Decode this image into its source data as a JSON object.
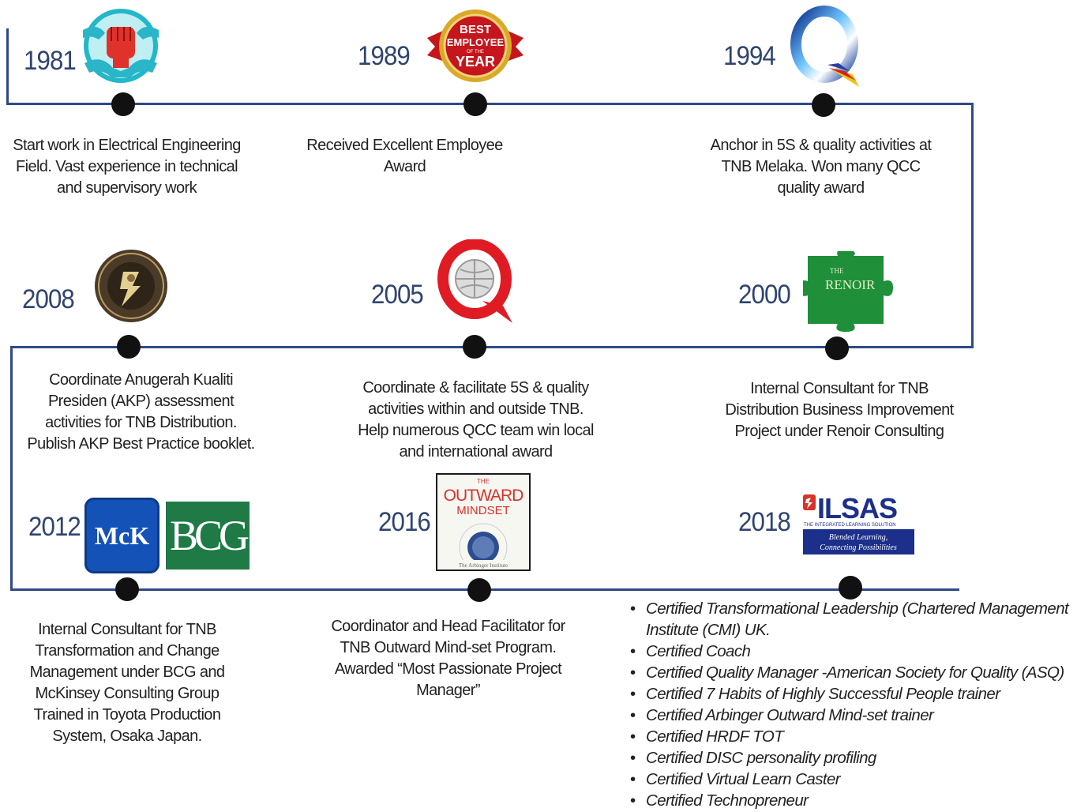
{
  "milestones": [
    {
      "year": "1981",
      "text": "Start work in Electrical Engineering Field. Vast experience in technical and supervisory work"
    },
    {
      "year": "1989",
      "text": "Received Excellent Employee Award"
    },
    {
      "year": "1994",
      "text": "Anchor in 5S & quality activities at TNB Melaka. Won many QCC quality award"
    },
    {
      "year": "2008",
      "text": "Coordinate Anugerah Kualiti Presiden (AKP) assessment activities for TNB Distribution. Publish AKP Best Practice booklet."
    },
    {
      "year": "2005",
      "text": "Coordinate & facilitate 5S & quality activities within and outside TNB. Help numerous QCC team win local and international award"
    },
    {
      "year": "2000",
      "text": "Internal Consultant for TNB Distribution Business Improvement Project under Renoir Consulting"
    },
    {
      "year": "2012",
      "text": "Internal Consultant for TNB Transformation and Change Management under BCG and McKinsey Consulting Group Trained in Toyota Production System, Osaka Japan."
    },
    {
      "year": "2016",
      "text": "Coordinator and Head Facilitator for TNB Outward Mind-set Program. Awarded “Most Passionate Project Manager”"
    },
    {
      "year": "2018",
      "text": ""
    }
  ],
  "logos": {
    "best_employee": {
      "line1": "BEST",
      "line2": "EMPLOYEE",
      "line3": "OF THE",
      "line4": "YEAR"
    },
    "renoir": {
      "line1": "THE",
      "line2": "RENOIR"
    },
    "mck": "McK",
    "bcg": "BCG",
    "outward": {
      "line1": "THE",
      "line2": "OUTWARD",
      "line3": "MINDSET",
      "footer": "The Arbinger Institute"
    },
    "ilsas": {
      "name": "ILSAS",
      "tagline": "THE INTEGRATED LEARNING SOLUTION",
      "slogan1": "Blended Learning,",
      "slogan2": "Connecting Possibilities"
    }
  },
  "certifications": [
    "Certified Transformational Leadership (Chartered Management Institute (CMI) UK.",
    "Certified Coach",
    "Certified Quality Manager -American Society for Quality (ASQ)",
    "Certified 7 Habits of Highly Successful People trainer",
    "Certified Arbinger Outward Mind-set trainer",
    "Certified HRDF TOT",
    "Certified DISC personality profiling",
    "Certified Virtual Learn Caster",
    "Certified Technopreneur"
  ],
  "colors": {
    "timeline": "#2e4a86",
    "year": "#2f4470",
    "dot": "#111111"
  }
}
